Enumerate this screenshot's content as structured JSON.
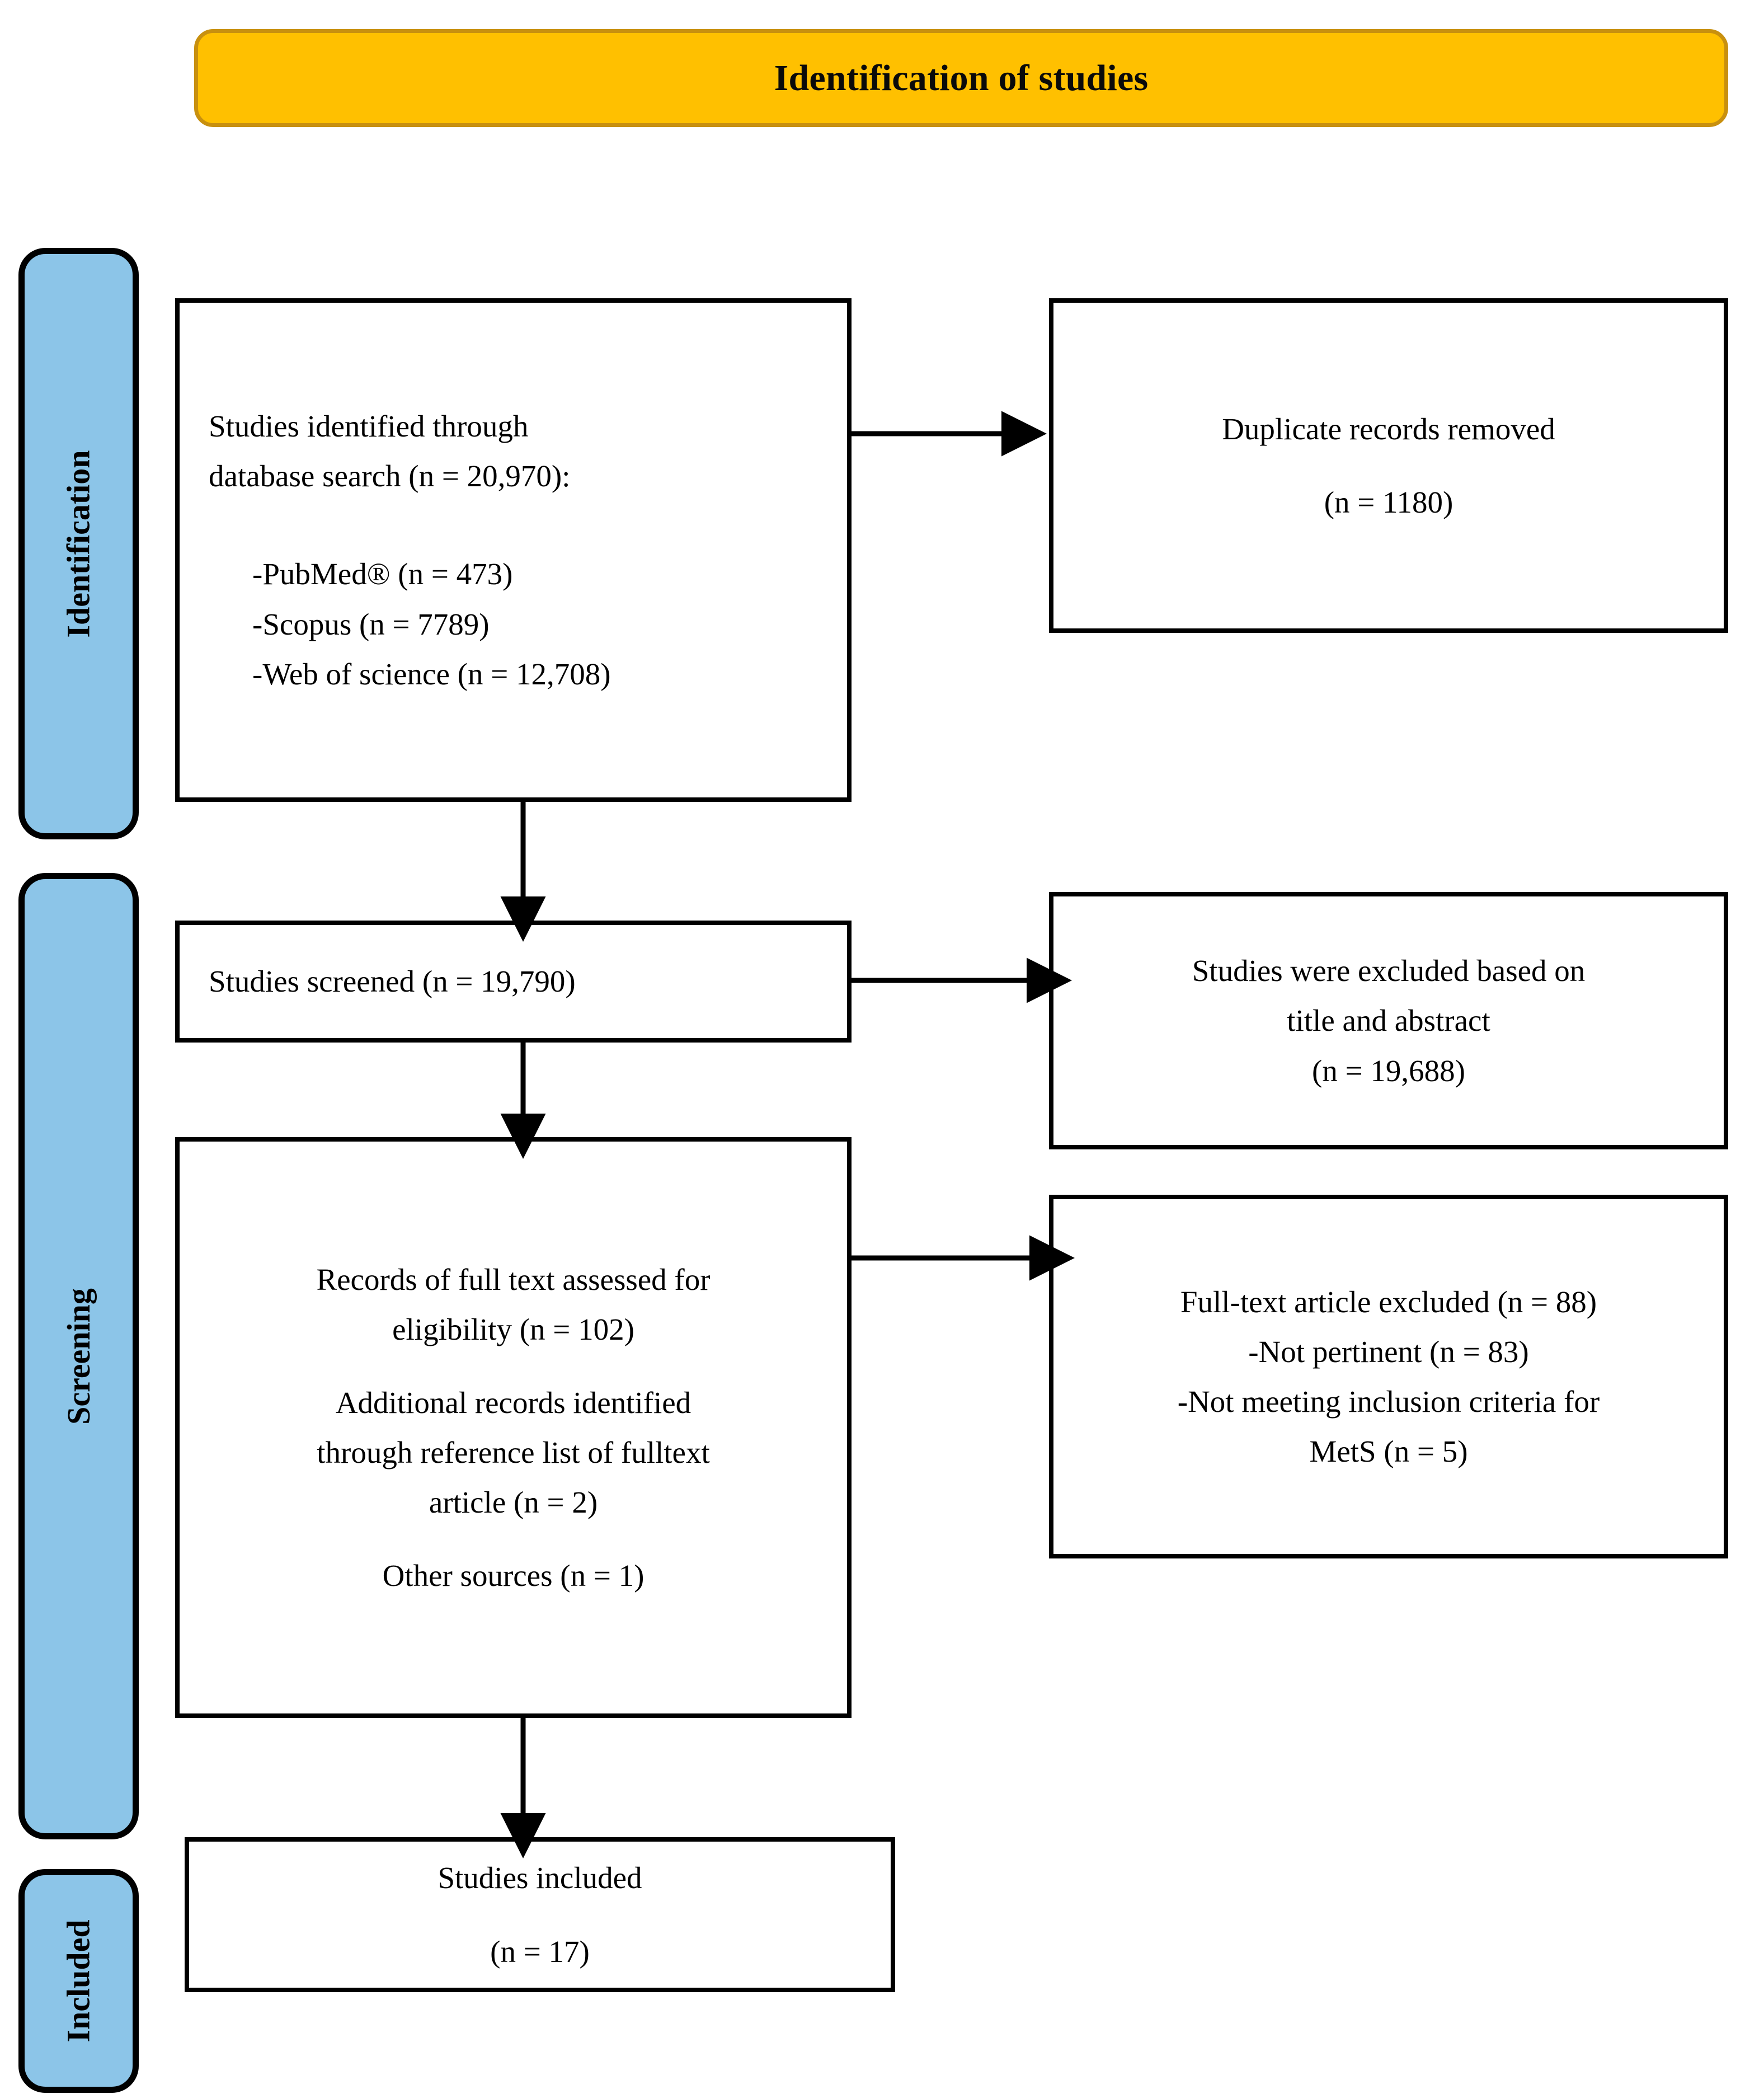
{
  "colors": {
    "gold": "#FFC000",
    "gold_border": "#C8900F",
    "blue": "#8CC5E8",
    "outline": "#000000",
    "background": "#FFFFFF"
  },
  "header": {
    "title": "Identification of studies"
  },
  "stages": [
    {
      "id": "identification",
      "label": "Identification"
    },
    {
      "id": "screening",
      "label": "Screening"
    },
    {
      "id": "included",
      "label": "Included"
    }
  ],
  "boxes": {
    "identified": {
      "lines": [
        "Studies identified through",
        "database search (n = 20,970):",
        "-PubMed® (n = 473)",
        "-Scopus (n = 7789)",
        "-Web of science (n = 12,708)"
      ]
    },
    "duplicates": {
      "lines": [
        "Duplicate records removed",
        "(n = 1180)"
      ]
    },
    "screened": {
      "lines": [
        "Studies screened (n = 19,790)"
      ]
    },
    "excluded_title_abstract": {
      "lines": [
        "Studies were excluded based on",
        "title and abstract",
        "(n = 19,688)"
      ]
    },
    "fulltext": {
      "lines": [
        "Records of full text assessed for",
        "eligibility (n = 102)",
        "Additional records identified",
        "through reference list of fulltext",
        "article (n = 2)",
        "Other sources (n = 1)"
      ]
    },
    "fulltext_excluded": {
      "lines": [
        "Full-text article excluded (n = 88)",
        "-Not pertinent (n = 83)",
        "-Not meeting inclusion criteria for",
        "MetS (n = 5)"
      ]
    },
    "included": {
      "lines": [
        "Studies included",
        "(n = 17)"
      ]
    }
  },
  "chart_data": {
    "type": "diagram",
    "title": "Identification of studies",
    "diagram_kind": "PRISMA flow diagram",
    "stages": [
      "Identification",
      "Screening",
      "Included"
    ],
    "nodes": [
      {
        "id": "identified",
        "stage": "Identification",
        "label": "Studies identified through database search",
        "n": 20970,
        "breakdown": [
          {
            "source": "PubMed®",
            "n": 473
          },
          {
            "source": "Scopus",
            "n": 7789
          },
          {
            "source": "Web of science",
            "n": 12708
          }
        ]
      },
      {
        "id": "duplicates",
        "stage": "Identification",
        "label": "Duplicate records removed",
        "n": 1180
      },
      {
        "id": "screened",
        "stage": "Screening",
        "label": "Studies screened",
        "n": 19790
      },
      {
        "id": "excluded_title_abstract",
        "stage": "Screening",
        "label": "Studies were excluded based on title and abstract",
        "n": 19688
      },
      {
        "id": "fulltext",
        "stage": "Screening",
        "label": "Records of full text assessed for eligibility",
        "n": 102,
        "extra": [
          {
            "label": "Additional records identified through reference list of fulltext article",
            "n": 2
          },
          {
            "label": "Other sources",
            "n": 1
          }
        ]
      },
      {
        "id": "fulltext_excluded",
        "stage": "Screening",
        "label": "Full-text article excluded",
        "n": 88,
        "breakdown": [
          {
            "reason": "Not pertinent",
            "n": 83
          },
          {
            "reason": "Not meeting inclusion criteria for MetS",
            "n": 5
          }
        ]
      },
      {
        "id": "included",
        "stage": "Included",
        "label": "Studies included",
        "n": 17
      }
    ],
    "edges": [
      {
        "from": "identified",
        "to": "duplicates",
        "direction": "right"
      },
      {
        "from": "identified",
        "to": "screened",
        "direction": "down"
      },
      {
        "from": "screened",
        "to": "excluded_title_abstract",
        "direction": "right"
      },
      {
        "from": "screened",
        "to": "fulltext",
        "direction": "down"
      },
      {
        "from": "fulltext",
        "to": "fulltext_excluded",
        "direction": "right"
      },
      {
        "from": "fulltext",
        "to": "included",
        "direction": "down"
      }
    ]
  }
}
